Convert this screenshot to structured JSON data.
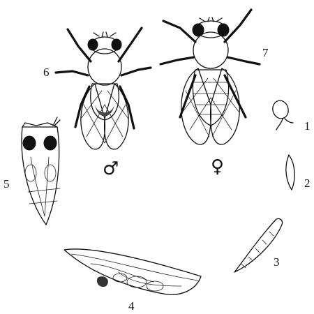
{
  "labels": {
    "stage1": "1",
    "stage2": "2",
    "stage3": "3",
    "stage4": "4",
    "stage5": "5",
    "stage6": "6",
    "stage7": "7"
  },
  "symbols": {
    "male": "♂",
    "female": "♀"
  }
}
